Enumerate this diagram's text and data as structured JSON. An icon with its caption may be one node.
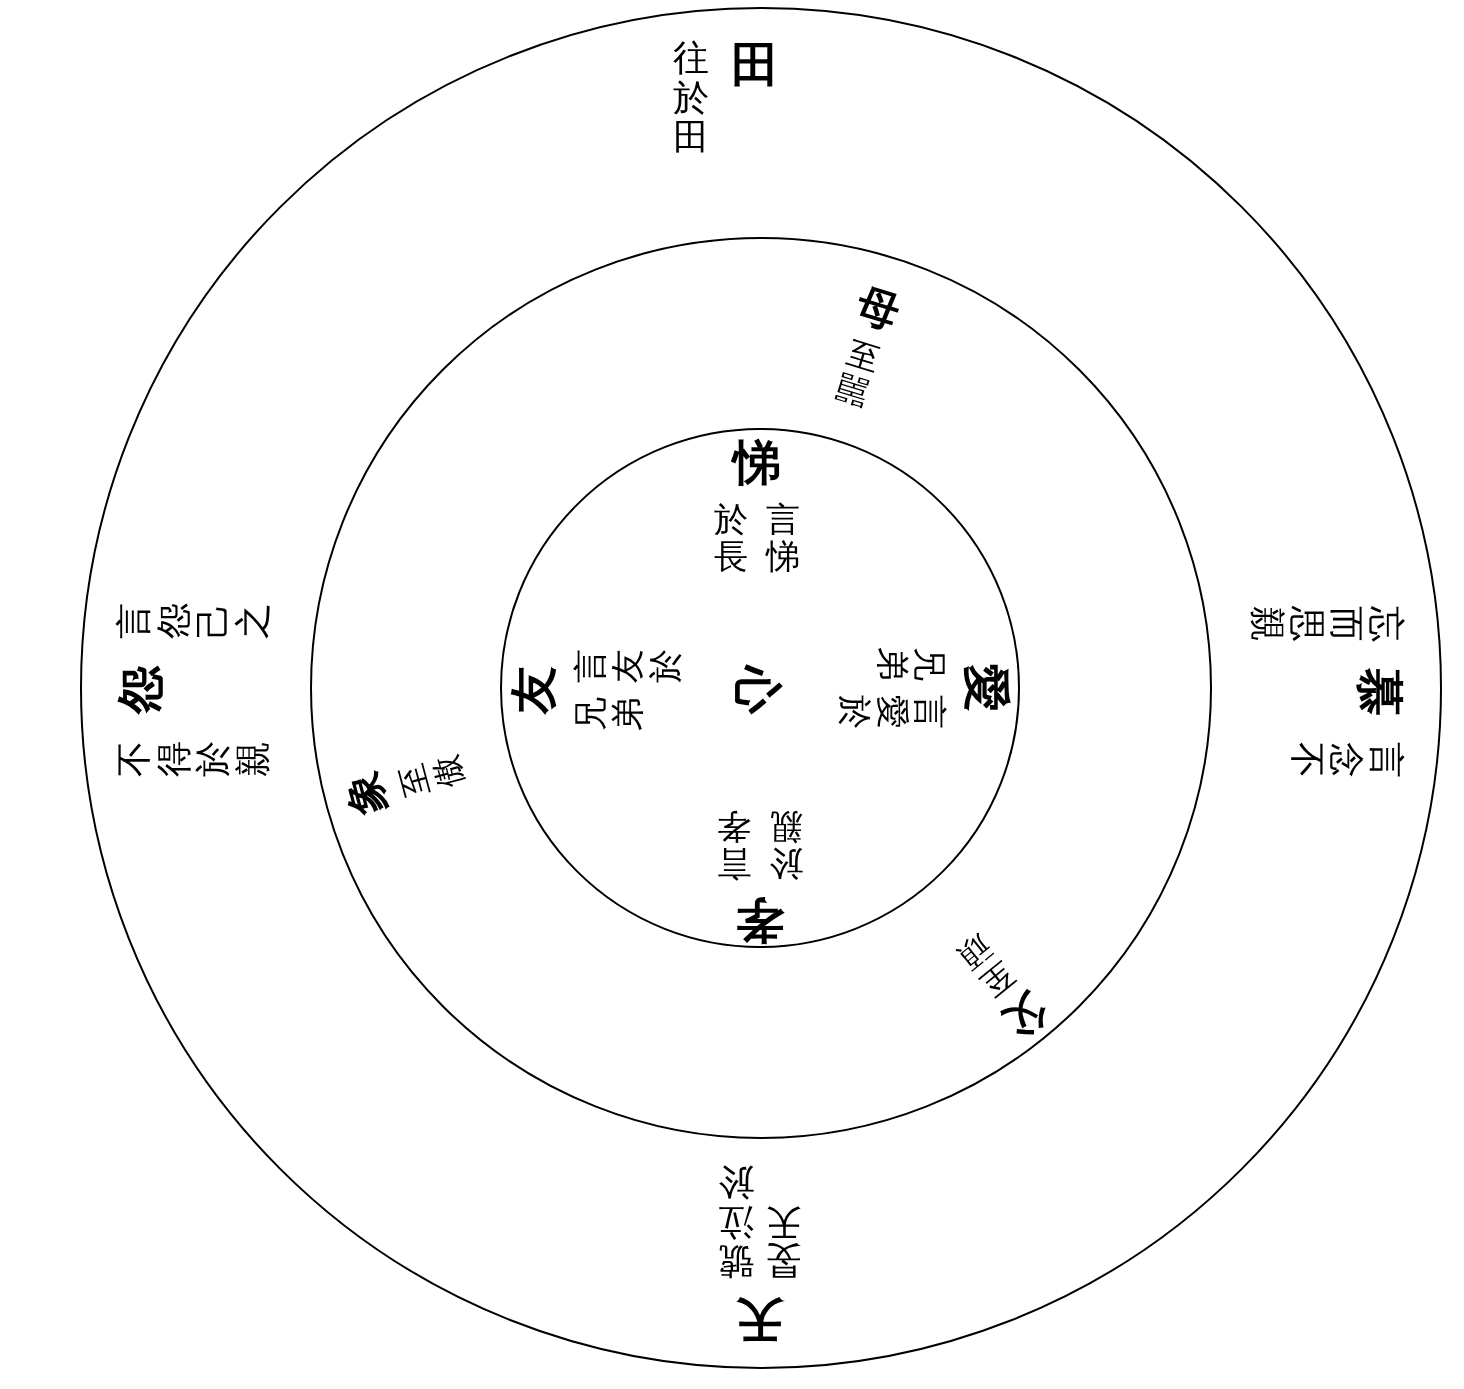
{
  "diagram": {
    "nodes": [
      {
        "text": [
          "田",
          "往於田",
          "慕",
          "言念不",
          "忘而思親",
          "天",
          "號泣於旻天",
          "怨",
          "言怨己之",
          "不得於親"
        ]
      },
      {
        "text": [
          "母",
          "至嚚",
          "父",
          "至頑",
          "象",
          "至傲"
        ],
        "in": 0
      },
      {
        "text": [
          "悌",
          "言悌於長",
          "愛",
          "言愛於兄弟",
          "心",
          "孝",
          "言孝於親",
          "友",
          "言友於兄弟"
        ],
        "in": 1
      }
    ]
  }
}
